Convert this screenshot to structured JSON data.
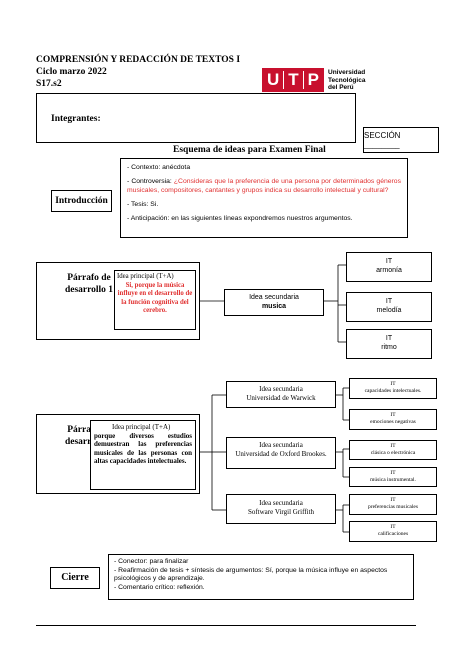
{
  "header": {
    "course_title": "COMPRENSIÓN Y REDACCIÓN DE TEXTOS I",
    "cycle": "Ciclo marzo 2022",
    "code": "S17.s2"
  },
  "logo": {
    "letters": [
      "U",
      "T",
      "P"
    ],
    "line1": "Universidad",
    "line2": "Tecnológica",
    "line3": "del Perú",
    "color": "#c8102e"
  },
  "integrantes_label": "Integrantes:",
  "seccion_label": "SECCIÓN ________",
  "scheme_title": "Esquema de ideas para Examen Final",
  "intro": {
    "label": "Introducción",
    "contexto": "- Contexto: anécdota",
    "controversia_prefix": "- Controversia: ",
    "controversia": "¿Consideras que la preferencia de una persona por determinados géneros musicales, compositores, cantantes y grupos indica su desarrollo intelectual y cultural?",
    "tesis": "- Tesis: Si.",
    "anticipacion": "- Anticipación: en las siguientes líneas expondremos nuestros argumentos."
  },
  "p1": {
    "label": "Párrafo de desarrollo 1",
    "idea_principal_label": "Idea principal (T+A)",
    "idea_principal": "Si, porque la música influye en el desarrollo de la función cognitiva del cerebro.",
    "secundaria_label": "Idea secundaria",
    "secundaria": "musica",
    "its": [
      {
        "label": "IT",
        "text": "armonía"
      },
      {
        "label": "IT",
        "text": "melodía"
      },
      {
        "label": "IT",
        "text": "ritmo"
      }
    ]
  },
  "p2": {
    "label": "Párrafo de desarrollo 2",
    "idea_principal_label": "Idea principal (T+A)",
    "idea_principal": "porque diversos estudios demuestran las preferencias musicales de las personas con altas capacidades intelectuales.",
    "secundarias": [
      {
        "label": "Idea secundaria",
        "text": "Universidad de Warwick"
      },
      {
        "label": "Idea secundaria",
        "text": "Universidad de Oxford Brookes."
      },
      {
        "label": "Idea secundaria",
        "text": "Software Virgil Griffith"
      }
    ],
    "its": [
      {
        "label": "IT",
        "text": "capacidades intelectuales."
      },
      {
        "label": "IT",
        "text": "emociones negativas"
      },
      {
        "label": "IT",
        "text": "clásica o electrónica"
      },
      {
        "label": "IT",
        "text": "música instrumental."
      },
      {
        "label": "IT",
        "text": "preferencias musicales"
      },
      {
        "label": "IT",
        "text": "calificaciones"
      }
    ]
  },
  "cierre": {
    "label": "Cierre",
    "conector": "- Conector: para finalizar",
    "reafirmacion": "- Reafirmación de tesis + síntesis de argumentos: Sí, porque la música influye en aspectos psicológicos y de aprendizaje.",
    "comentario": "- Comentario crítico: reflexión."
  }
}
